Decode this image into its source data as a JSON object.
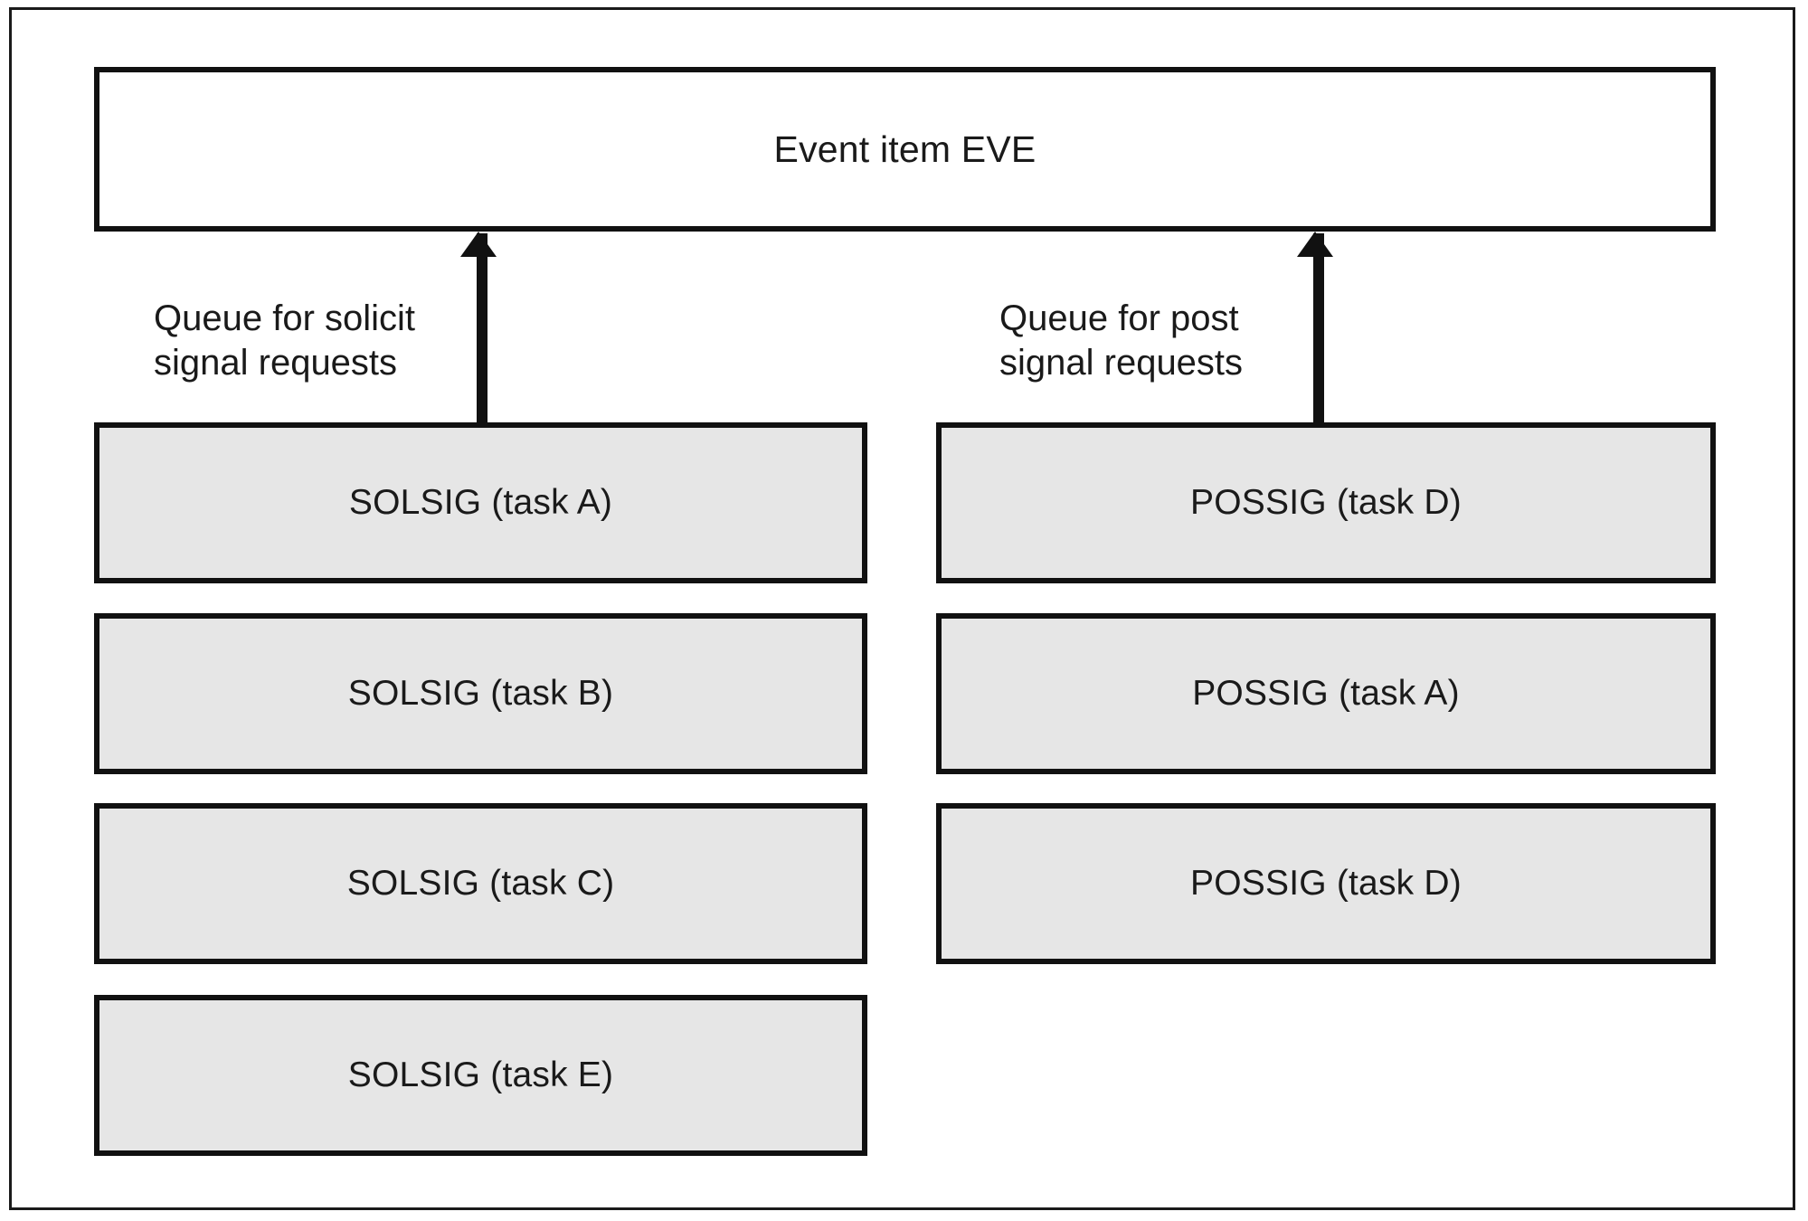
{
  "diagram": {
    "event_box": {
      "label": "Event item EVE"
    },
    "annotations": {
      "left_queue": "Queue for solicit\nsignal requests",
      "right_queue": "Queue for post\nsignal requests"
    },
    "columns": [
      {
        "name": "solicit-signal-queue",
        "boxes": [
          {
            "label": "SOLSIG (task A)"
          },
          {
            "label": "SOLSIG (task B)"
          },
          {
            "label": "SOLSIG (task C)"
          },
          {
            "label": "SOLSIG (task E)"
          }
        ]
      },
      {
        "name": "post-signal-queue",
        "boxes": [
          {
            "label": "POSSIG (task D)"
          },
          {
            "label": "POSSIG (task A)"
          },
          {
            "label": "POSSIG (task D)"
          }
        ]
      }
    ],
    "colors": {
      "line": "#111111",
      "task_fill": "#e6e6e6",
      "event_fill": "#ffffff",
      "frame": "#1a1a1a",
      "text": "#1a1a1a"
    }
  }
}
